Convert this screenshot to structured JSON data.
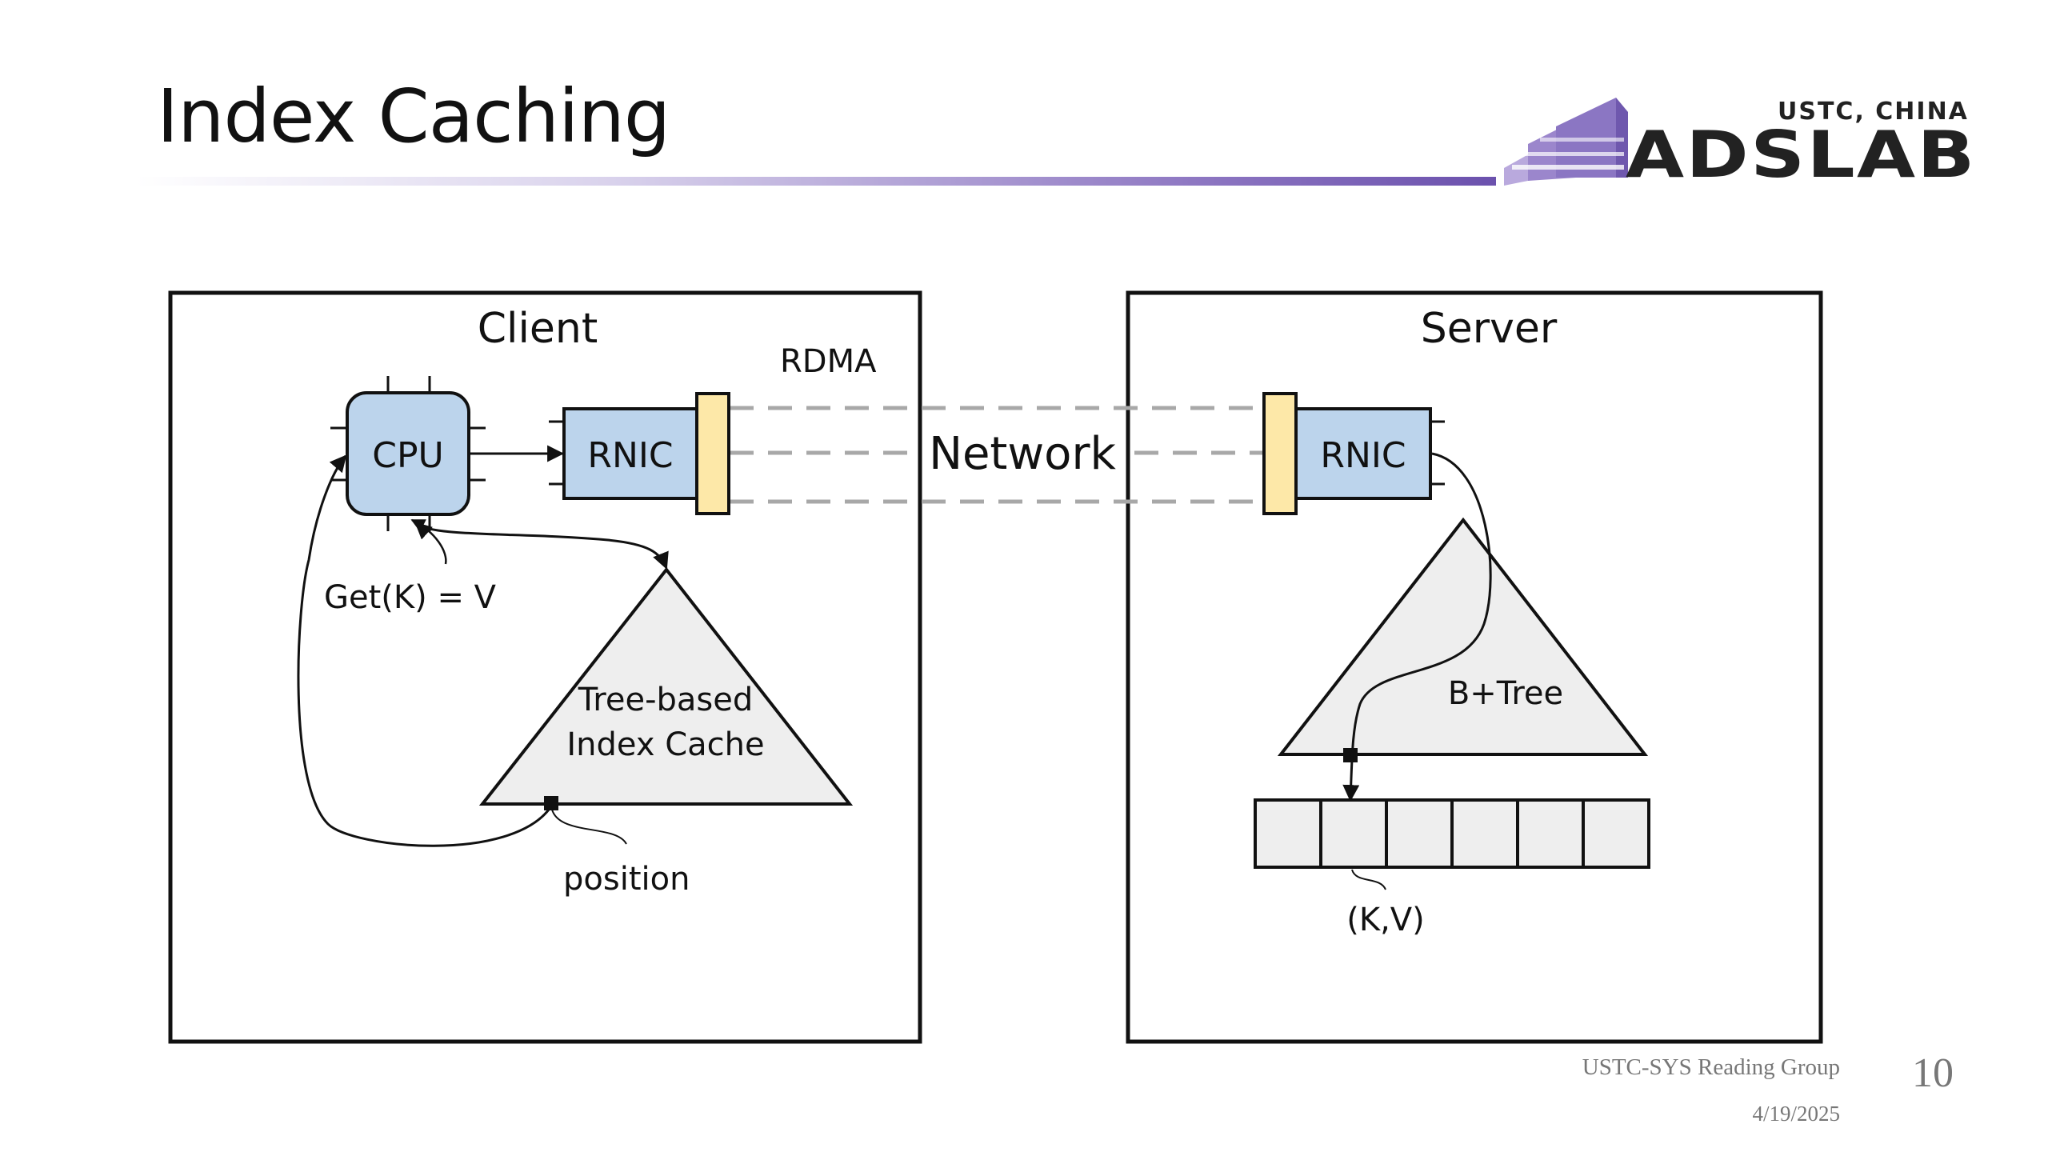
{
  "title": "Index Caching",
  "logo": {
    "sub": "USTC, CHINA",
    "main": "ADSLAB"
  },
  "diagram": {
    "client_label": "Client",
    "server_label": "Server",
    "rdma_label": "RDMA",
    "network_label": "Network",
    "cpu_label": "CPU",
    "client_rnic_label": "RNIC",
    "server_rnic_label": "RNIC",
    "get_label": "Get(K) = V",
    "index_cache_line1": "Tree-based",
    "index_cache_line2": "Index Cache",
    "position_label": "position",
    "btree_label": "B+Tree",
    "kv_label": "(K,V)"
  },
  "colors": {
    "chip_fill": "#bcd4ec",
    "port_fill": "#fde8a8",
    "tree_fill": "#eeeeee",
    "rule_accent": "#6b51ad",
    "logo_purple": "#8b76c3"
  },
  "footer": {
    "group": "USTC-SYS Reading Group",
    "date": "4/19/2025",
    "page": "10"
  }
}
